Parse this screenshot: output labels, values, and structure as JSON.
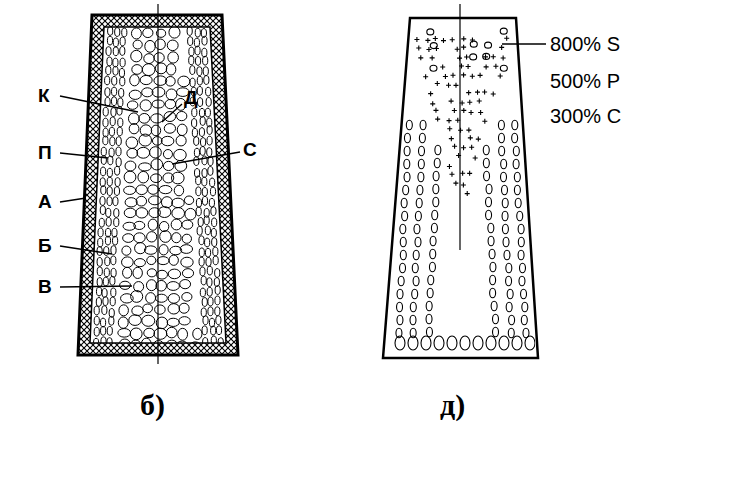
{
  "diagram": {
    "labels": [
      "К",
      "Д",
      "П",
      "С",
      "А",
      "Б",
      "В",
      "800% S",
      "500% P",
      "300% C",
      "б)",
      "д)"
    ]
  }
}
